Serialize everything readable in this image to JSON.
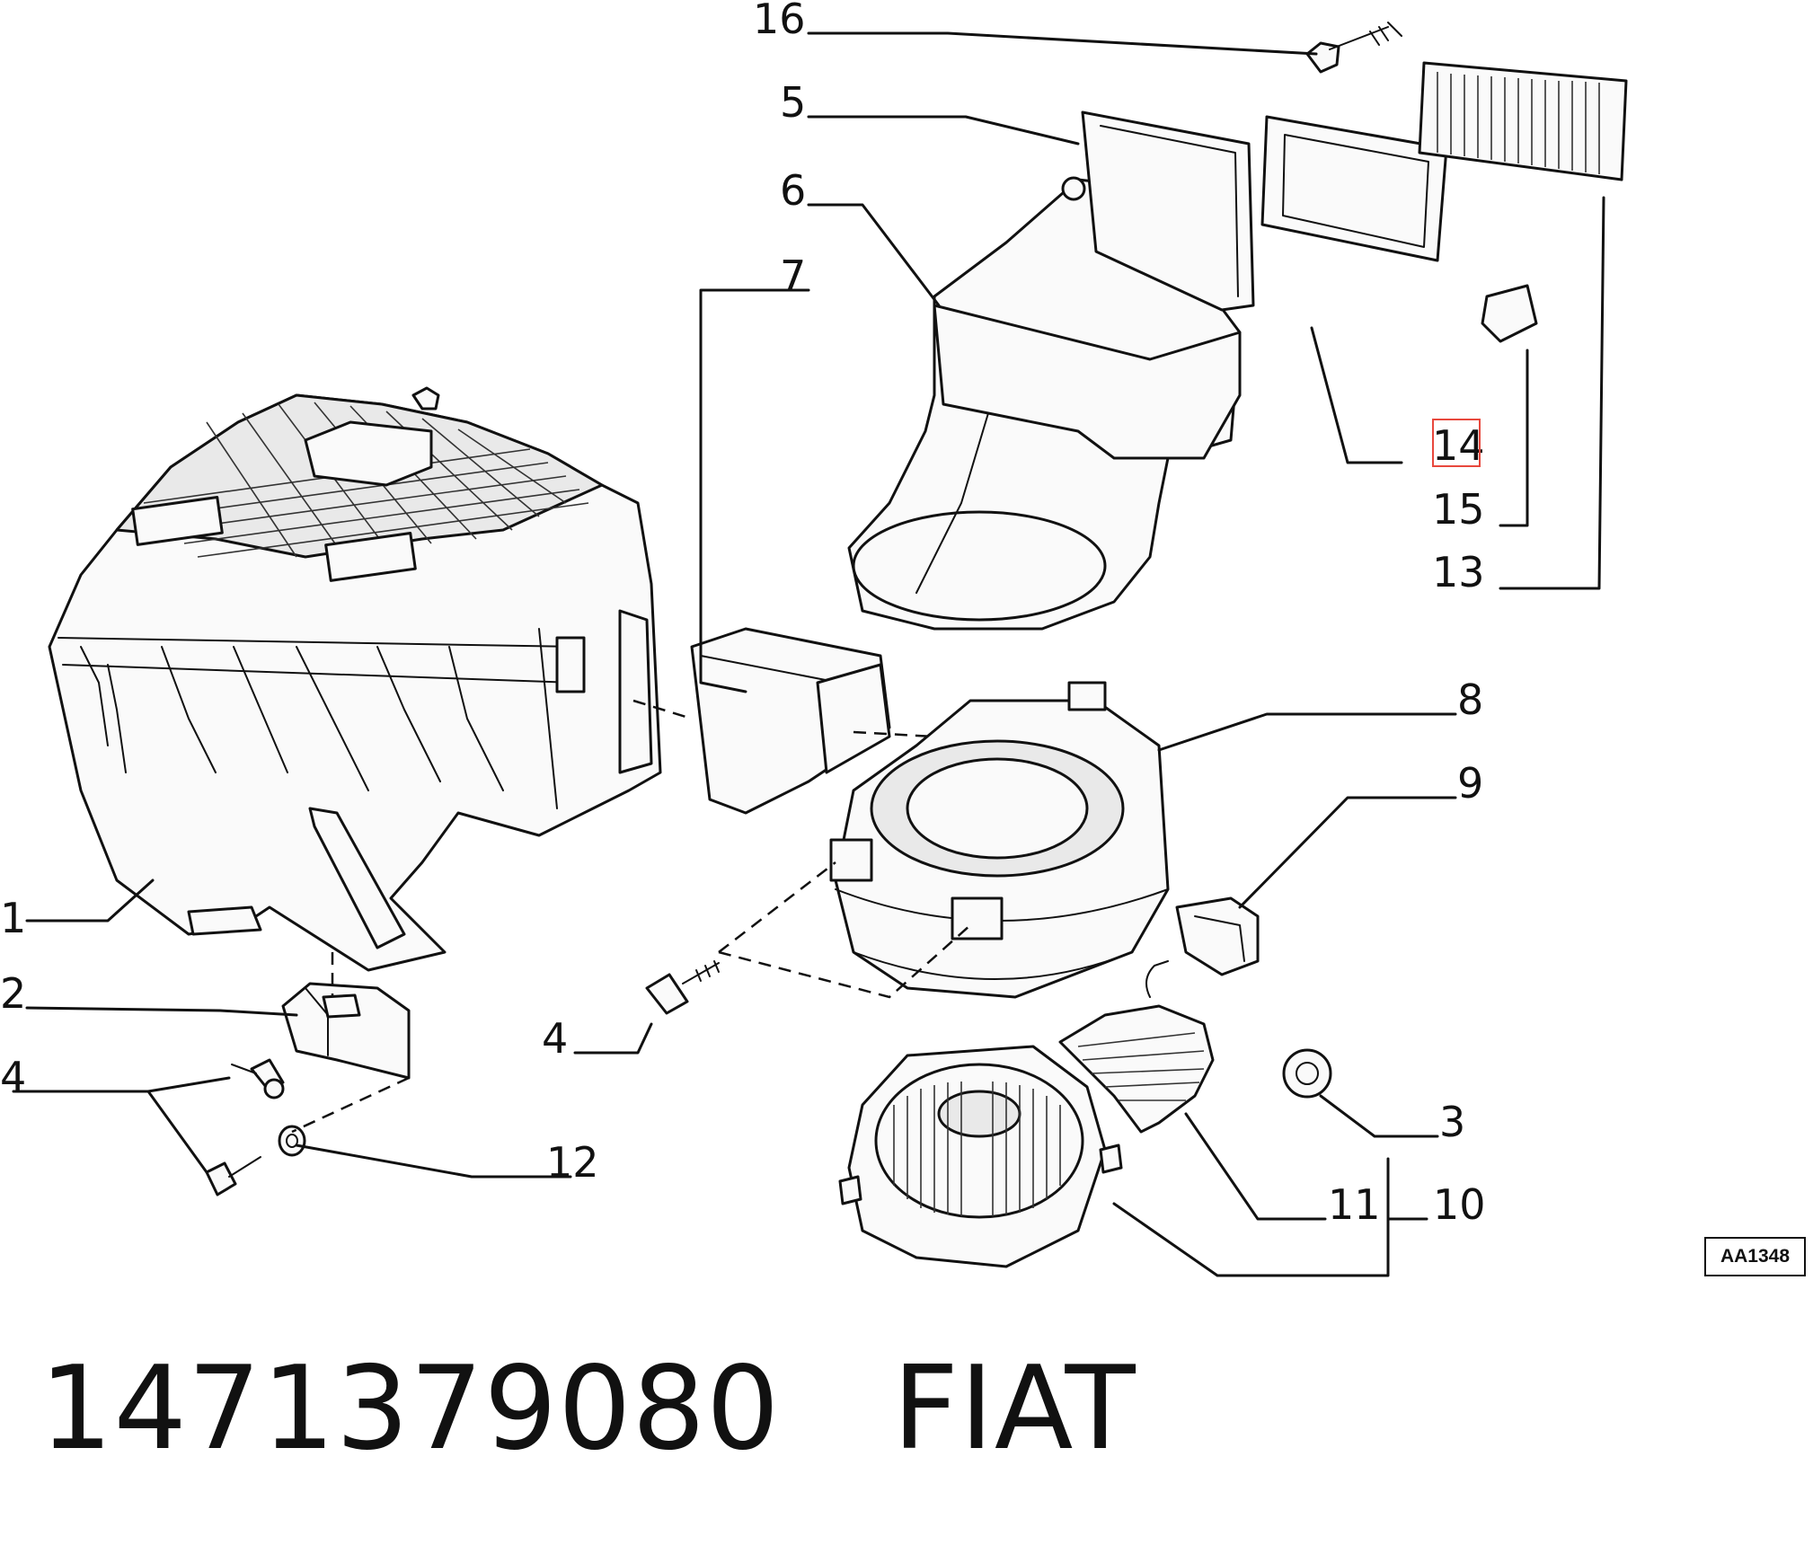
{
  "diagram": {
    "callouts": {
      "c1": "1",
      "c2": "2",
      "c3": "3",
      "c4a": "4",
      "c4b": "4",
      "c5": "5",
      "c6": "6",
      "c7": "7",
      "c8": "8",
      "c9": "9",
      "c10": "10",
      "c11": "11",
      "c12": "12",
      "c13": "13",
      "c14": "14",
      "c15": "15",
      "c16": "16"
    },
    "highlighted_callout": "14",
    "highlight_color": "#e8483d",
    "drawing_code": "AA1348"
  },
  "footer": {
    "part_number": "1471379080",
    "brand": "FIAT"
  }
}
